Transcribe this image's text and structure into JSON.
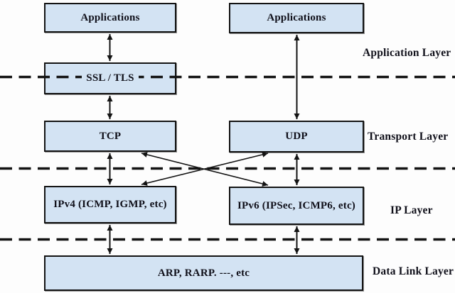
{
  "diagram": {
    "type": "network-protocol-stack",
    "colors": {
      "box_fill": "#d3e3f3",
      "box_border": "#131313",
      "line": "#131313",
      "text": "#10101a",
      "background": "#fdfdfd"
    },
    "boxes": {
      "app_left": "Applications",
      "app_right": "Applications",
      "ssl_tls": "SSL / TLS",
      "tcp": "TCP",
      "udp": "UDP",
      "ipv4": "IPv4 (ICMP, IGMP, etc)",
      "ipv6": "IPv6 (IPSec, ICMP6, etc)",
      "arp": "ARP, RARP. ---, etc"
    },
    "layer_labels": {
      "application": "Application Layer",
      "transport": "Transport Layer",
      "ip": "IP Layer",
      "data_link": "Data Link Layer"
    }
  }
}
